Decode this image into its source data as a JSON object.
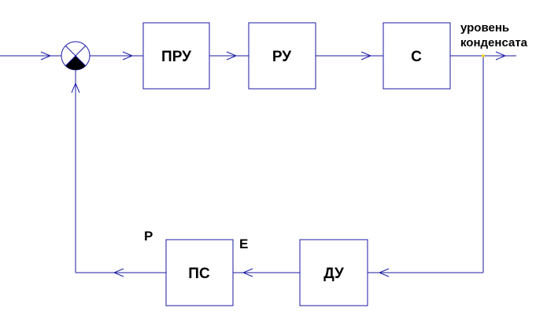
{
  "blocks": {
    "pru": "ПРУ",
    "ru": "РУ",
    "s": "С",
    "du": "ДУ",
    "ps": "ПС"
  },
  "output": {
    "line1": "уровень",
    "line2": "конденсата"
  },
  "signals": {
    "p": "Р",
    "e": "Е"
  },
  "colors": {
    "line": "#1a1aa6",
    "box_border": "#1a1aa6",
    "box_fill": "#ffffff",
    "text": "#000000",
    "junction": "#ffd000",
    "comparator_fill": "#000000"
  }
}
